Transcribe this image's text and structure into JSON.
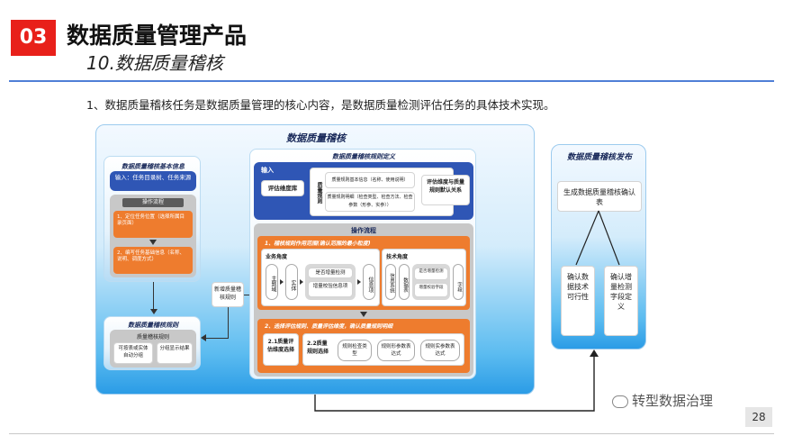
{
  "header": {
    "badge": "03",
    "title": "数据质量管理产品",
    "subtitle": "10.数据质量稽核"
  },
  "intro": "1、数据质量稽核任务是数据质量管理的核心内容，是数据质量检测评估任务的具体技术实现。",
  "audit": {
    "title": "数据质量稽核",
    "basic_info": {
      "title": "数据质量稽核基本信息",
      "input": "输入：任务目录树、任务来源",
      "flow_header": "操作流程",
      "step1": "1、定位任务位置（选择所属目录页面）",
      "step2": "2、编写任务基础信息（名称、说明、调度方式）"
    },
    "rules": {
      "title": "数据质量稽核规则",
      "rule_label": "质量稽核规则",
      "option1": "可按表或实体自动分组",
      "option2": "分组显示结果"
    },
    "new_rule": "新增质量稽核规则",
    "definition": {
      "title": "数据质量稽核规则定义",
      "input_label": "输入",
      "dimension_lib": "评估维度库",
      "vertical_label": "质量规则",
      "item1": "质量规则基本信息（名称、使用说明）",
      "item2": "质量规则明细（检查类型、检查方法、检查参数（形参、实参））",
      "relation": "评估维度与质量规则默认关系"
    },
    "operation": {
      "title": "操作流程",
      "step1_title": "1、稽核规则作用范围(确认范围的最小粒度)",
      "business_title": "业务角度",
      "subject": "主题域",
      "entity": "实体",
      "biz_inc": "是否增量检测",
      "biz_inc_check": "增量校验信息项",
      "info_item": "信息项",
      "tech_title": "技术角度",
      "info_system": "信息系统",
      "database": "数据表",
      "tech_inc": "是否增量检测",
      "tech_inc_check": "增量校验字段",
      "field": "字段",
      "step2_title": "2、选择评估规则、质量评估维度，确认质量规则明细",
      "dim_select": "2.1质量评估维度选择",
      "rule_select": "2.2质量规则选择",
      "check_type": "规则检查类型",
      "formal": "规则形参数表达式",
      "actual": "规则实参数表达式"
    }
  },
  "publish": {
    "title": "数据质量稽核发布",
    "generate": "生成数据质量稽核确认表",
    "confirm_feasibility": "确认数据技术可行性",
    "confirm_fields": "确认增量检测字段定义"
  },
  "footer": {
    "watermark": "转型数据治理",
    "page_number": "28"
  }
}
